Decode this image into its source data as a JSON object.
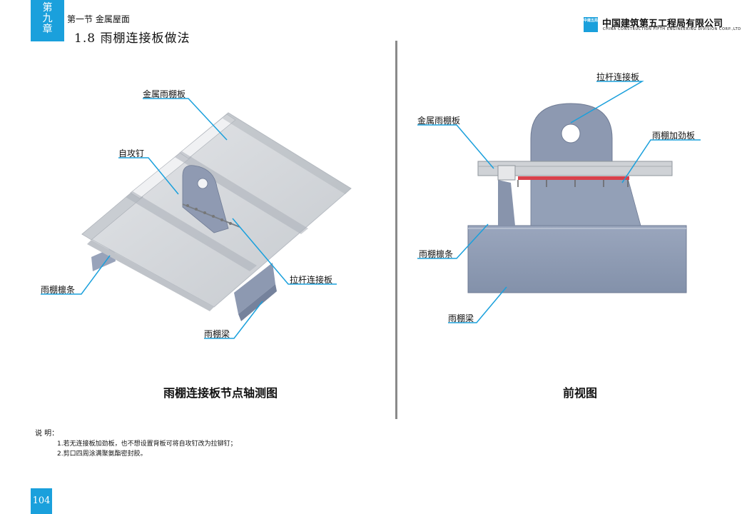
{
  "header": {
    "chapter_chars": [
      "第",
      "九",
      "章"
    ],
    "section": "第一节  金属屋面",
    "title": "1.8  雨棚连接板做法",
    "logo_mark": "中建五局",
    "company_cn": "中国建筑第五工程局有限公司",
    "company_en": "CHINA CONSTRUCTION FIFTH ENGINEERING DIVISION CORP.,LTD"
  },
  "left_figure": {
    "labels": {
      "metal_panel": "金属雨棚板",
      "screw": "自攻钉",
      "purlin": "雨棚檩条",
      "tie_plate": "拉杆连接板",
      "beam": "雨棚梁"
    },
    "caption": "雨棚连接板节点轴测图"
  },
  "right_figure": {
    "labels": {
      "tie_plate": "拉杆连接板",
      "metal_panel": "金属雨棚板",
      "stiffener": "雨棚加劲板",
      "purlin": "雨棚檩条",
      "beam": "雨棚梁"
    },
    "caption": "前视图"
  },
  "notes": {
    "title": "说  明：",
    "items": [
      "1.若无连接板加劲板，也不想设置背板可将自攻钉改为拉铆钉；",
      "2.剪口四周涂满聚氨酯密封胶。"
    ]
  },
  "page_number": "104",
  "colors": {
    "accent": "#1aa0dc",
    "steel": "#8e9cb5",
    "panel": "#d4d7db",
    "stiffener": "#d9414b"
  }
}
